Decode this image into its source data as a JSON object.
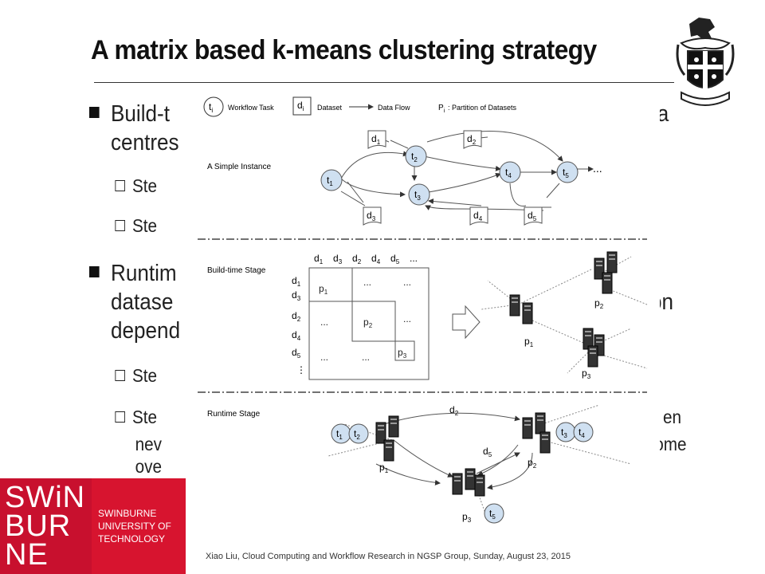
{
  "slide": {
    "title": "A matrix based k-means clustering strategy",
    "bullets": [
      {
        "text": "Build-t",
        "right": "a"
      },
      {
        "text": "centres"
      }
    ],
    "sub1a": "Ste",
    "sub1b": "Ste",
    "runtime_line1": "Runtim",
    "runtime_line2_left": "datase",
    "runtime_line2_right": "d on",
    "runtime_line3": "depend",
    "sub2a": "Ste",
    "sub2b": "Ste",
    "sub2b_right": "en",
    "sub2c_left": "nev",
    "sub2c_right": "ome",
    "sub2d": "ove"
  },
  "figure": {
    "legend": {
      "task_sym": "t",
      "task_sub": "i",
      "task_label": "Workflow Task",
      "data_sym": "d",
      "data_sub": "i",
      "data_label": "Dataset",
      "flow_label": "Data Flow",
      "part_sym": "P",
      "part_sub": "i",
      "part_label": ": Partition of Datasets"
    },
    "section1": "A Simple Instance",
    "section2": "Build-time Stage",
    "section3": "Runtime Stage",
    "ellipsis": "...",
    "tasks": [
      "1",
      "2",
      "3",
      "4",
      "5"
    ],
    "datasets": [
      "1",
      "2",
      "3",
      "4",
      "5"
    ],
    "matrix_cols": [
      "d",
      "d",
      "d",
      "d",
      "d",
      "..."
    ],
    "matrix_col_subs": [
      "1",
      "3",
      "2",
      "4",
      "5",
      ""
    ],
    "matrix_rows": [
      "d",
      "d",
      "d",
      "d",
      "d",
      "⋮"
    ],
    "matrix_row_subs": [
      "1",
      "3",
      "2",
      "4",
      "5",
      ""
    ],
    "p1": "p",
    "p1_sub": "1",
    "p2": "p",
    "p2_sub": "2",
    "p3": "p",
    "p3_sub": "3",
    "dots": "...",
    "rt_d2": "d",
    "rt_d2_sub": "2",
    "rt_d5": "d",
    "rt_d5_sub": "5"
  },
  "logo": {
    "name_l1": "SWiN",
    "name_l2": "BUR",
    "name_l3": "NE",
    "sub_l1": "SWINBURNE",
    "sub_l2": "UNIVERSITY OF",
    "sub_l3": "TECHNOLOGY"
  },
  "footer": "Xiao Liu, Cloud Computing and Workflow Research in NGSP Group, Sunday, August 23, 2015"
}
